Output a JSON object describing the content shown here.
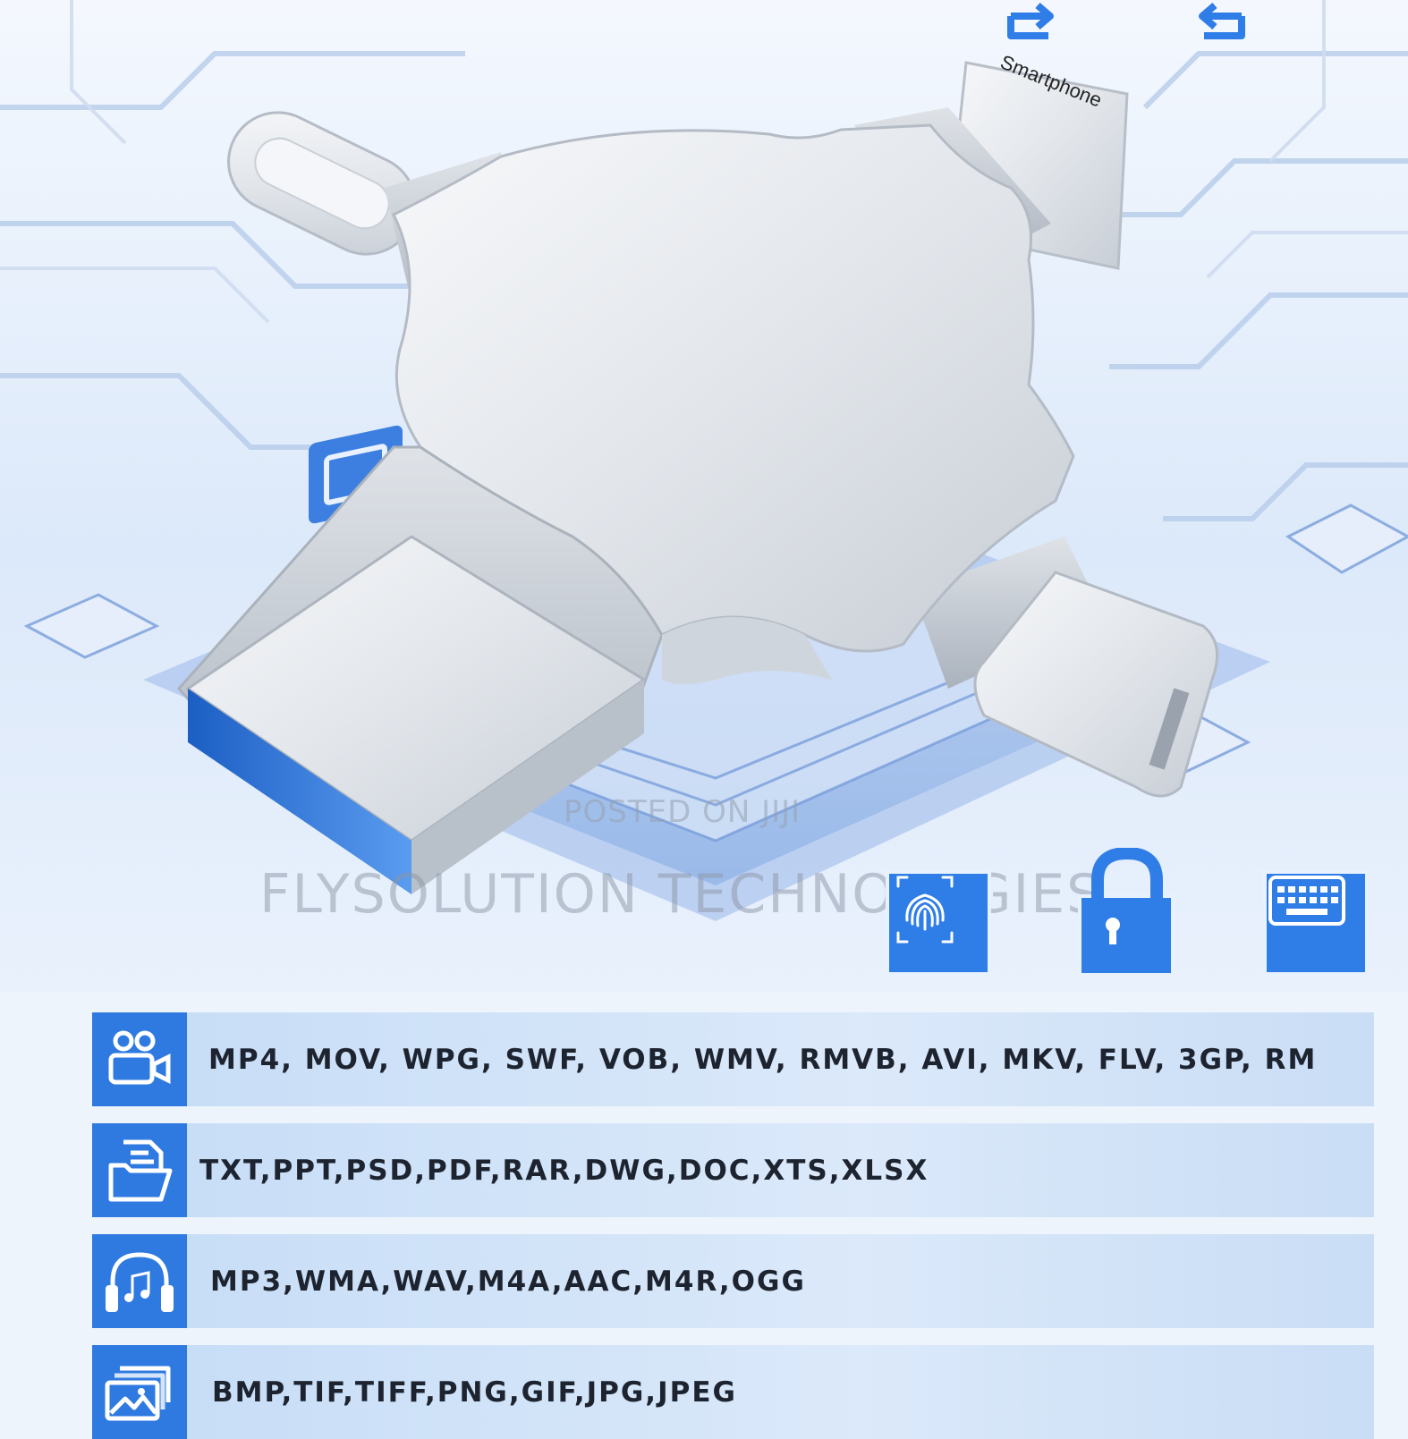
{
  "product": {
    "connector_label": "Smartphone"
  },
  "watermarks": {
    "posted": "POSTED ON JIJI",
    "brand": "FLYSOLUTION TECHNOLOGIES"
  },
  "feature_icons": [
    "fingerprint-icon",
    "padlock-icon",
    "keyboard-icon"
  ],
  "format_rows": [
    {
      "icon": "video-camera-icon",
      "text": "MP4, MOV, WPG, SWF, VOB, WMV, RMVB, AVI, MKV, FLV, 3GP, RM"
    },
    {
      "icon": "document-folder-icon",
      "text": "TXT,PPT,PSD,PDF,RAR,DWG,DOC,XTS,XLSX"
    },
    {
      "icon": "headphones-music-icon",
      "text": "MP3,WMA,WAV,M4A,AAC,M4R,OGG"
    },
    {
      "icon": "image-gallery-icon",
      "text": "BMP,TIF,TIFF,PNG,GIF,JPG,JPEG"
    }
  ],
  "colors": {
    "accent_blue": "#2f7de6",
    "row_background": "#d3e4f8",
    "metal_silver": "#dfe3e8",
    "usb_blue": "#2a72d6"
  }
}
